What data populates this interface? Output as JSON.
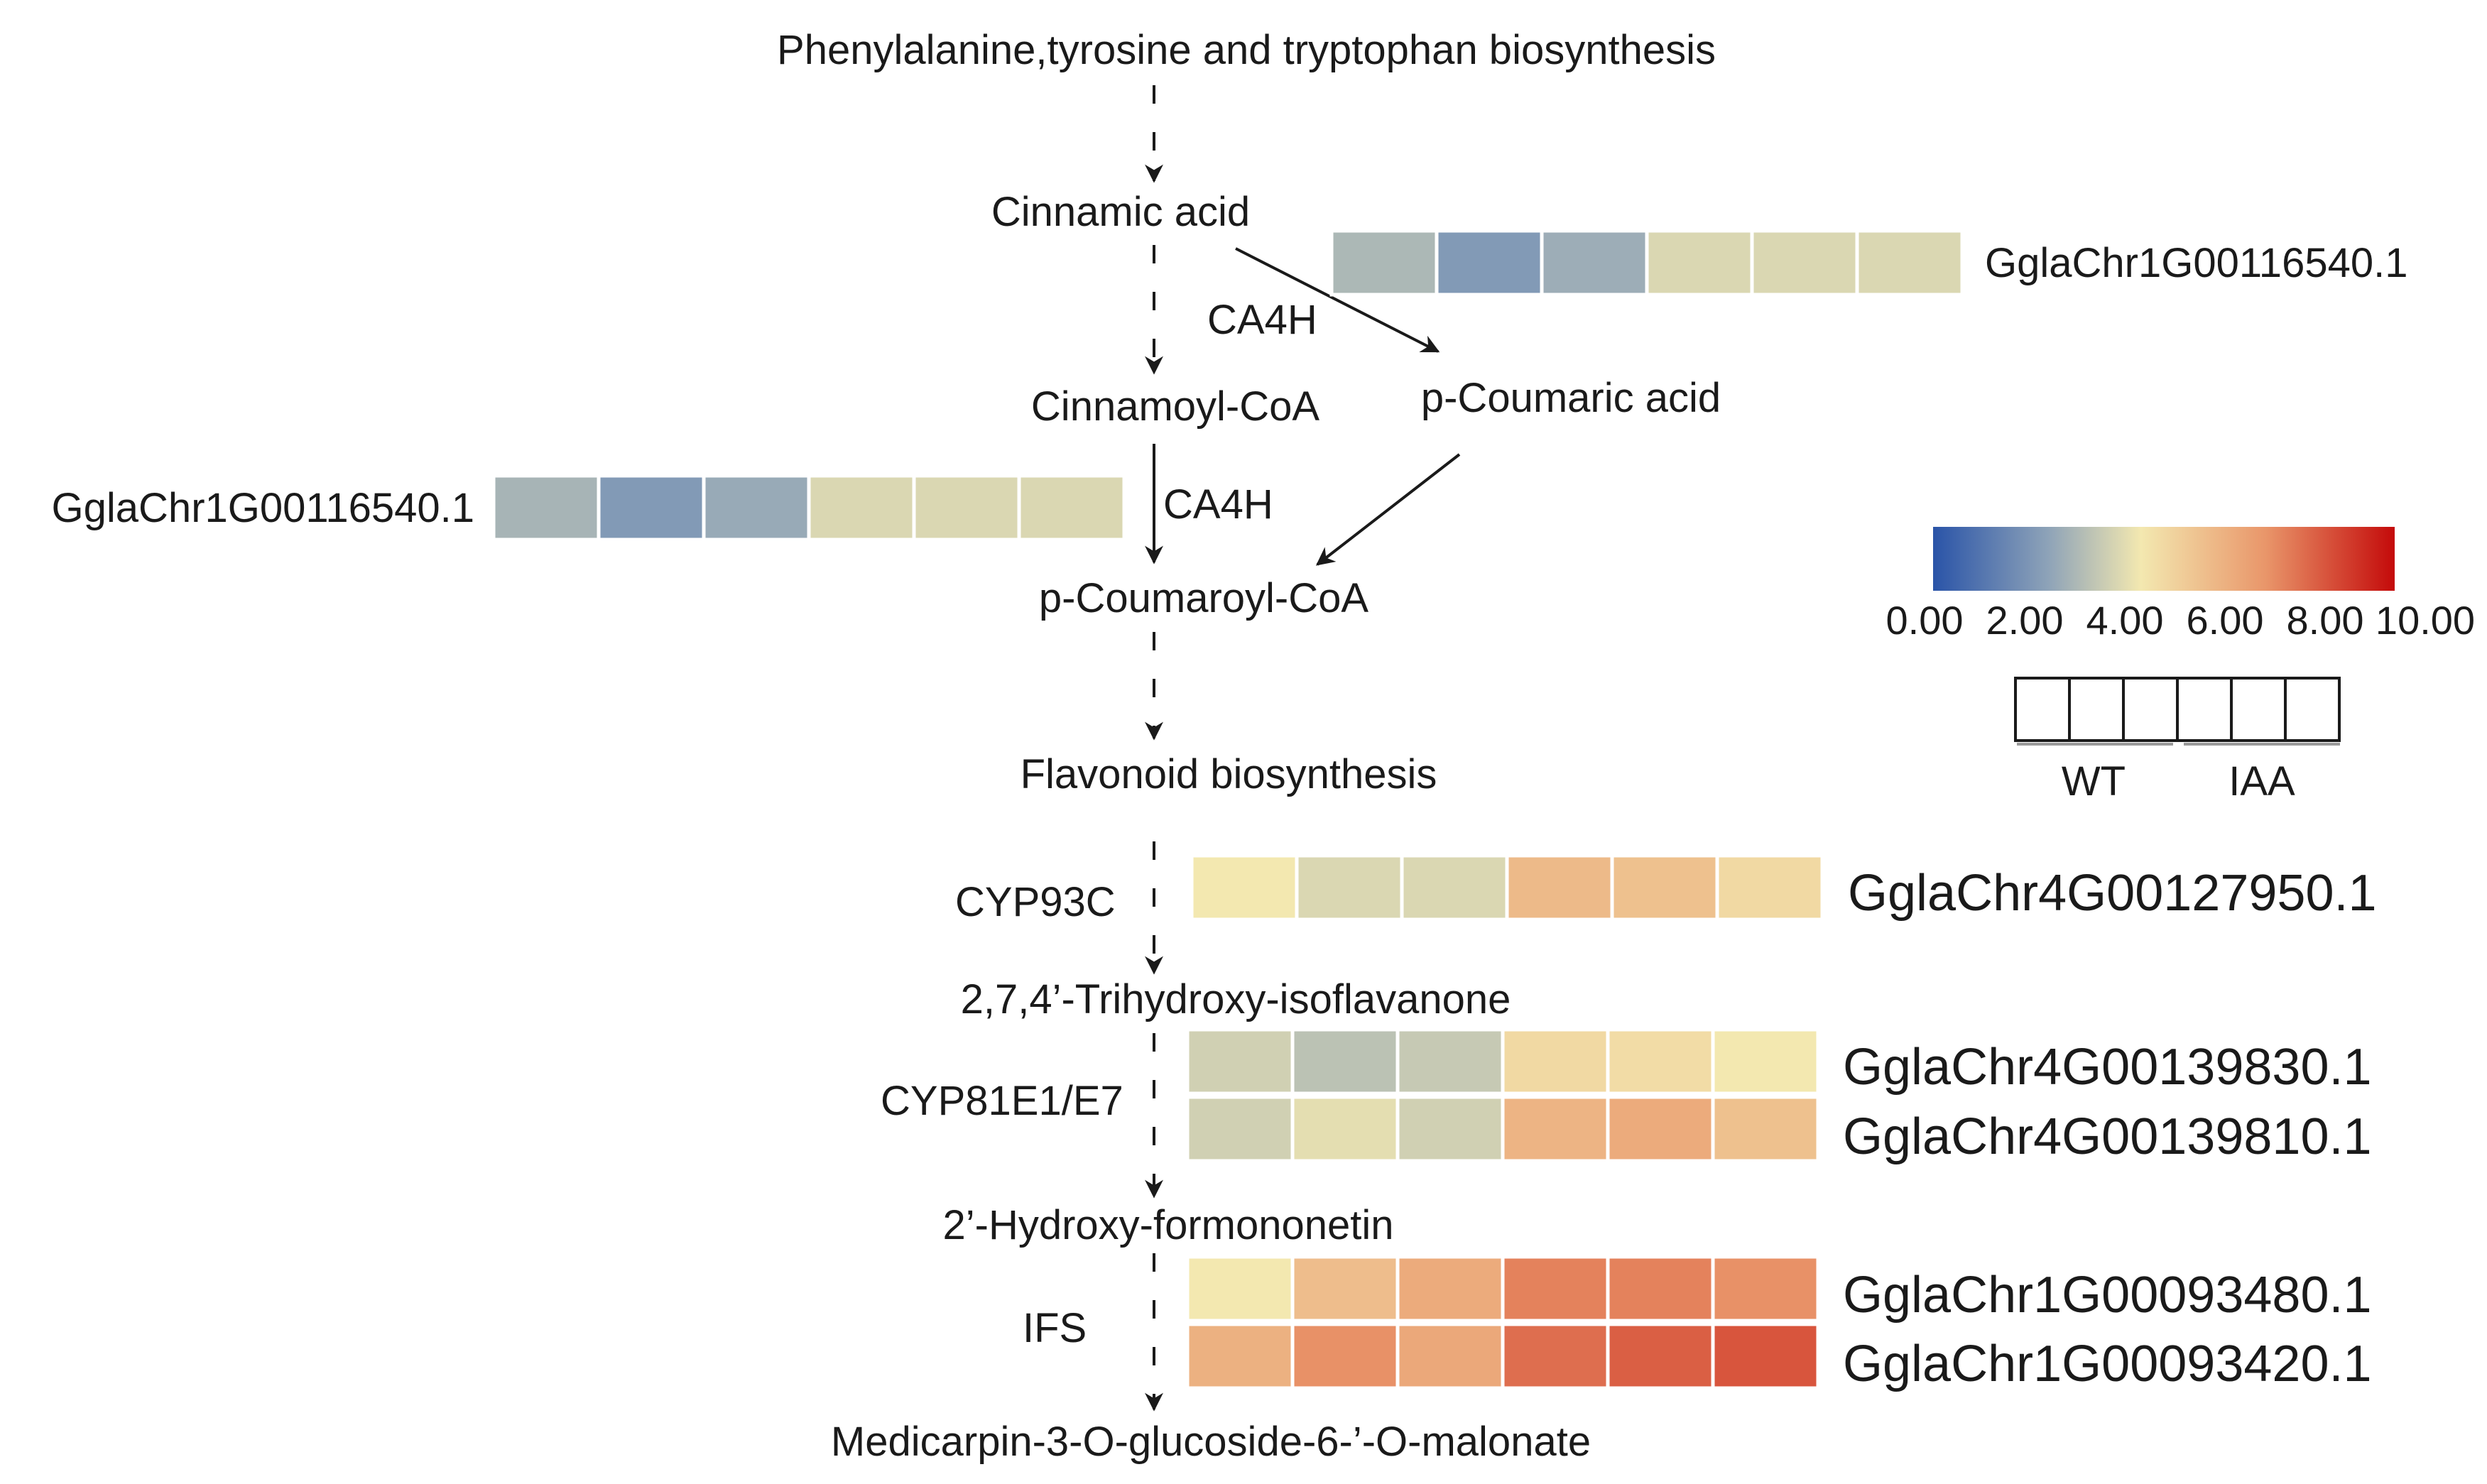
{
  "pathway": {
    "phe_tyr_trp": "Phenylalanine,tyrosine and tryptophan biosynthesis",
    "cinnamic_acid": "Cinnamic acid",
    "cinnamoyl_coa": "Cinnamoyl-CoA",
    "p_coumaric_acid": "p-Coumaric acid",
    "p_coumaroyl_coa": "p-Coumaroyl-CoA",
    "flavonoid_biosynthesis": "Flavonoid biosynthesis",
    "trihydroxy_isoflavanone": "2,7,4’-Trihydroxy-isoflavanone",
    "hydroxy_formononetin": "2’-Hydroxy-formononetin",
    "medicarpin": "Medicarpin-3-O-glucoside-6-’-O-malonate"
  },
  "enzymes": {
    "ca4h_1": "CA4H",
    "ca4h_2": "CA4H",
    "cyp93c": "CYP93C",
    "cyp81e1": "CYP81E1/E7",
    "ifs": "IFS"
  },
  "heatmaps": [
    {
      "gene": "GglaChr1G00116540.1",
      "values": [
        3.1,
        2.2,
        2.8,
        4.0,
        4.0,
        4.0
      ]
    },
    {
      "gene": "GglaChr1G00116540.1",
      "values": [
        3.0,
        2.2,
        2.7,
        4.0,
        4.0,
        4.0
      ]
    },
    {
      "gene": "GglaChr4G00127950.1",
      "values": [
        4.5,
        4.0,
        4.0,
        6.0,
        5.8,
        5.0
      ]
    },
    {
      "gene": "GglaChr4G00139830.1",
      "values": [
        3.8,
        3.4,
        3.6,
        5.0,
        4.9,
        4.5
      ]
    },
    {
      "gene": "GglaChr4G00139810.1",
      "values": [
        3.8,
        4.2,
        3.8,
        6.2,
        6.5,
        5.8
      ]
    },
    {
      "gene": "GglaChr1G00093480.1",
      "values": [
        4.5,
        5.9,
        6.5,
        7.6,
        7.6,
        7.3
      ]
    },
    {
      "gene": "GglaChr1G00093420.1",
      "values": [
        6.3,
        7.3,
        6.6,
        8.0,
        8.3,
        8.5
      ]
    }
  ],
  "legend": {
    "ticks": [
      "0.00",
      "2.00",
      "4.00",
      "6.00",
      "8.00",
      "10.00"
    ],
    "min": 0,
    "max": 10,
    "colors": [
      "#2a54a8",
      "#8ea3b8",
      "#f3e8b0",
      "#e9966a",
      "#c40a0a"
    ],
    "group_wt": "WT",
    "group_iaa": "IAA"
  }
}
